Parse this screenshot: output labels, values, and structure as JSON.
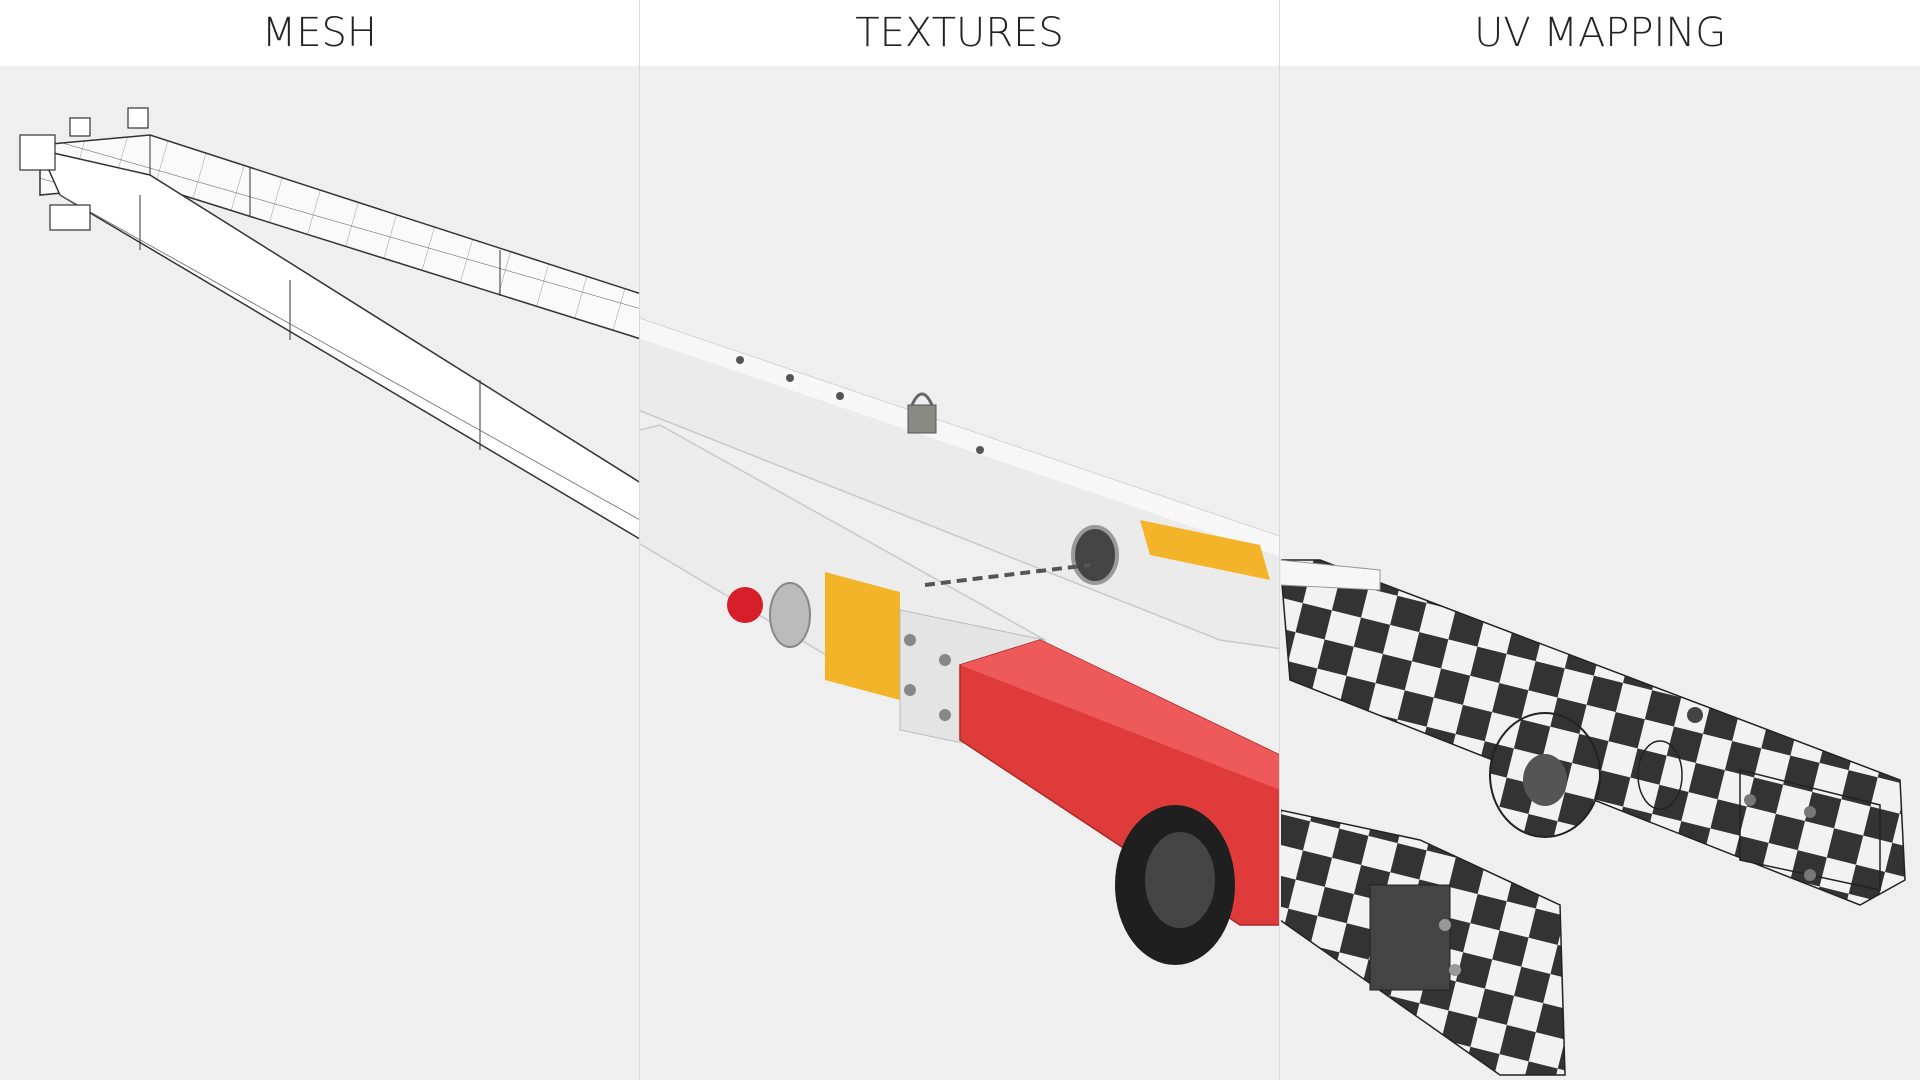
{
  "panels": [
    {
      "title": "MESH"
    },
    {
      "title": "TEXTURES"
    },
    {
      "title": "UV MAPPING"
    }
  ],
  "colors": {
    "background": "#efefef",
    "header": "#ffffff",
    "steel_white": "#ebebeb",
    "reflector_orange": "#f4b42a",
    "tube_red": "#e03b3b",
    "checker_dark": "#333333",
    "checker_light": "#f2f2f2"
  }
}
